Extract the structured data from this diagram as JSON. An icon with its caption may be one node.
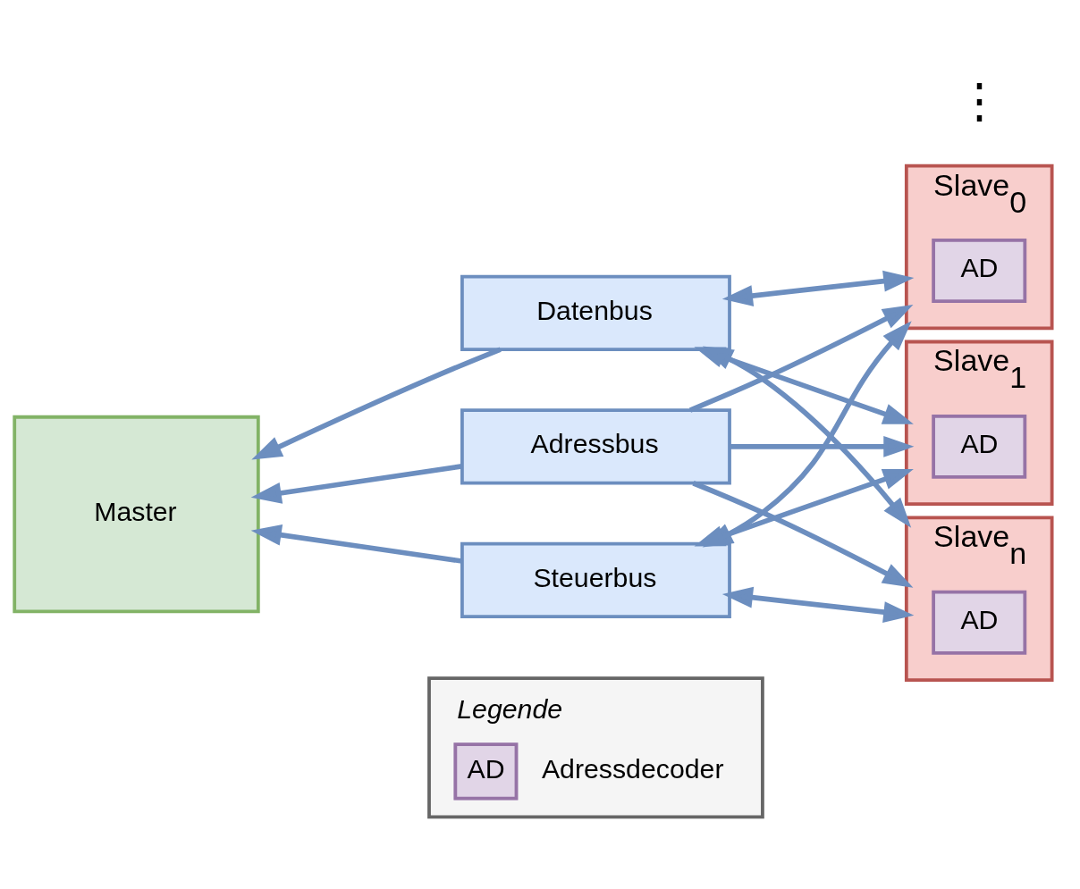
{
  "diagram": {
    "nodes": [
      {
        "text": [
          "Master"
        ]
      },
      {
        "text": [
          "Datenbus"
        ]
      },
      {
        "text": [
          "Adressbus"
        ]
      },
      {
        "text": [
          "Steuerbus"
        ]
      },
      {
        "text": [
          "Slave$_{0}$"
        ]
      },
      {
        "text": [
          "AD"
        ],
        "in": 4
      },
      {
        "text": [
          "Slave$_{1}$"
        ]
      },
      {
        "text": [
          "AD"
        ],
        "in": 6
      },
      {
        "text": [
          "Slave$_{n}$"
        ]
      },
      {
        "text": [
          "AD"
        ],
        "in": 8
      }
    ],
    "edges": [
      {
        "from": 1,
        "to": 0,
        "arrow": "to"
      },
      {
        "from": 2,
        "to": 0,
        "arrow": "to"
      },
      {
        "from": 3,
        "to": 0,
        "arrow": "to"
      },
      {
        "from": 1,
        "to": 4,
        "arrow": "both"
      },
      {
        "from": 2,
        "to": 4,
        "arrow": "to"
      },
      {
        "from": 3,
        "to": 4,
        "arrow": "both"
      },
      {
        "from": 1,
        "to": 6,
        "arrow": "both"
      },
      {
        "from": 2,
        "to": 6,
        "arrow": "to"
      },
      {
        "from": 3,
        "to": 6,
        "arrow": "both"
      },
      {
        "from": 1,
        "to": 8,
        "arrow": "both"
      },
      {
        "from": 2,
        "to": 8,
        "arrow": "to"
      },
      {
        "from": 3,
        "to": 8,
        "arrow": "both"
      }
    ],
    "labels": [
      "Legende",
      "AD",
      "⋮"
    ],
    "legend": [
      {
        "text": "Adressdecoder"
      }
    ]
  }
}
